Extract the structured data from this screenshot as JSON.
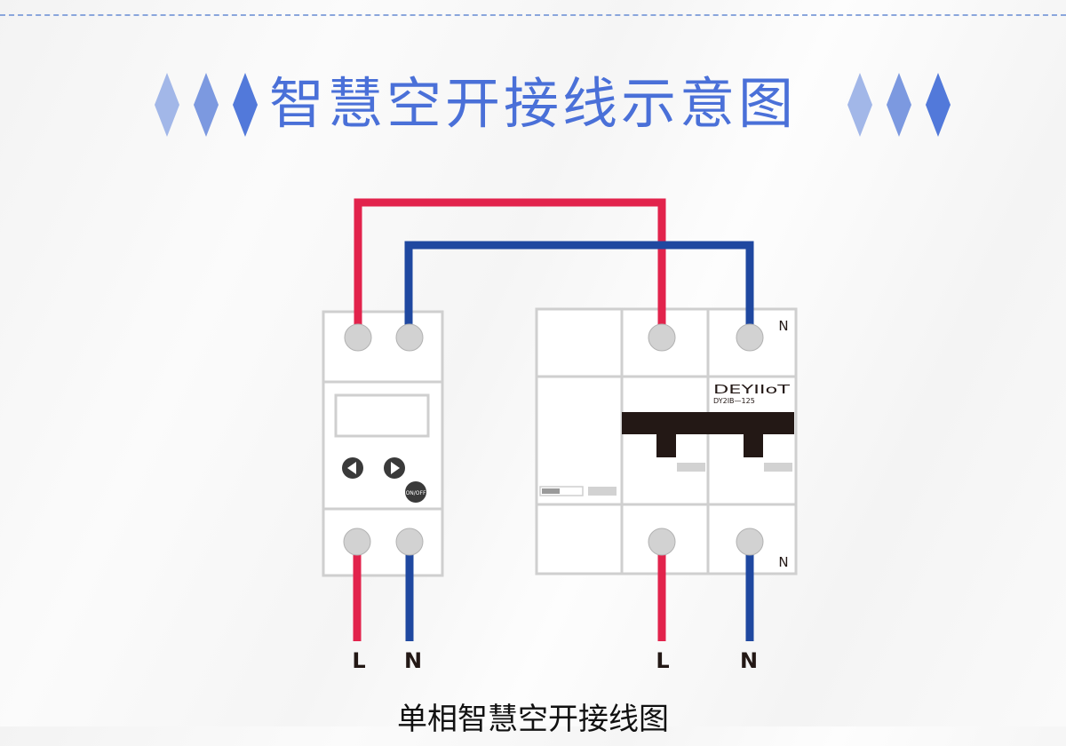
{
  "title": "智慧空开接线示意图",
  "colors": {
    "title": "#4a70d8",
    "wire_live": "#e2234c",
    "wire_neutral": "#1f48a0",
    "device_outline": "#cfcfcf",
    "terminal": "#d2d2d2",
    "handle": "#231815"
  },
  "meter": {
    "button_left_icon": "left-arrow-icon",
    "button_right_icon": "right-arrow-icon",
    "power_button_label": "ON/OFF"
  },
  "breaker": {
    "brand": "DEYIIoT",
    "model": "DY2IB—125",
    "top_pole_label": "N",
    "bottom_pole_label": "N"
  },
  "wire_labels": {
    "meter_live": "L",
    "meter_neutral": "N",
    "breaker_live": "L",
    "breaker_neutral": "N"
  },
  "caption": "单相智慧空开接线图"
}
